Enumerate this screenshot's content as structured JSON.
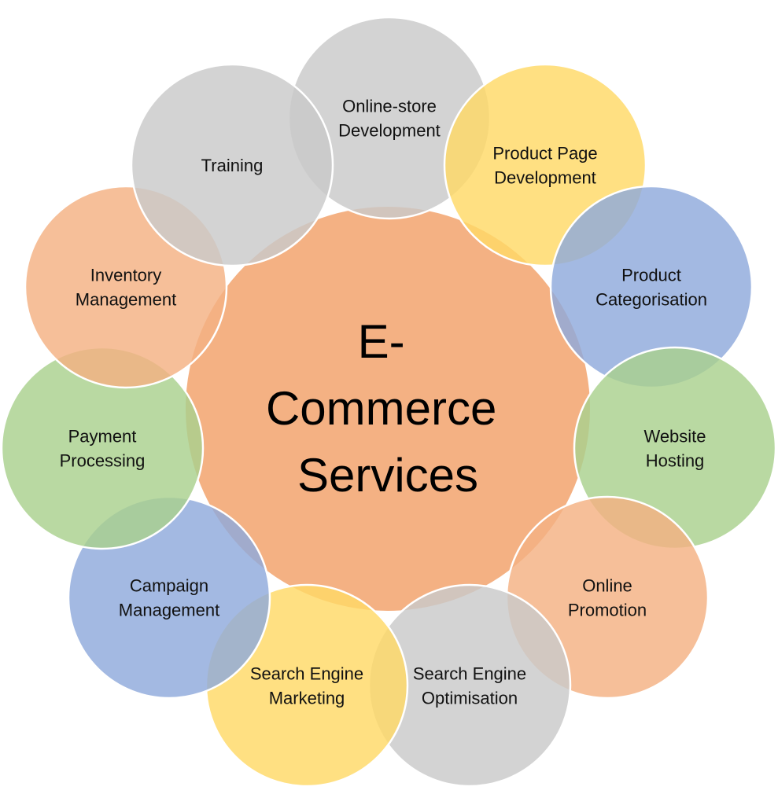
{
  "center": {
    "lines": [
      "E-",
      "Commerce",
      "Services"
    ],
    "color": "#f4b183"
  },
  "colors": {
    "gray": "#c9c9c9",
    "yellow": "#ffd966",
    "blue": "#8faadc",
    "green": "#a9d18e",
    "orange": "#f4b183"
  },
  "nodes": [
    {
      "lines": [
        "Online-store",
        "Development"
      ],
      "color": "gray"
    },
    {
      "lines": [
        "Product Page",
        "Development"
      ],
      "color": "yellow"
    },
    {
      "lines": [
        "Product",
        "Categorisation"
      ],
      "color": "blue"
    },
    {
      "lines": [
        "Website",
        "Hosting"
      ],
      "color": "green"
    },
    {
      "lines": [
        "Online",
        "Promotion"
      ],
      "color": "orange"
    },
    {
      "lines": [
        "Search Engine",
        "Optimisation"
      ],
      "color": "gray"
    },
    {
      "lines": [
        "Search Engine",
        "Marketing"
      ],
      "color": "yellow"
    },
    {
      "lines": [
        "Campaign",
        "Management"
      ],
      "color": "blue"
    },
    {
      "lines": [
        "Payment",
        "Processing"
      ],
      "color": "green"
    },
    {
      "lines": [
        "Inventory",
        "Management"
      ],
      "color": "orange"
    },
    {
      "lines": [
        "Training"
      ],
      "color": "gray"
    }
  ]
}
